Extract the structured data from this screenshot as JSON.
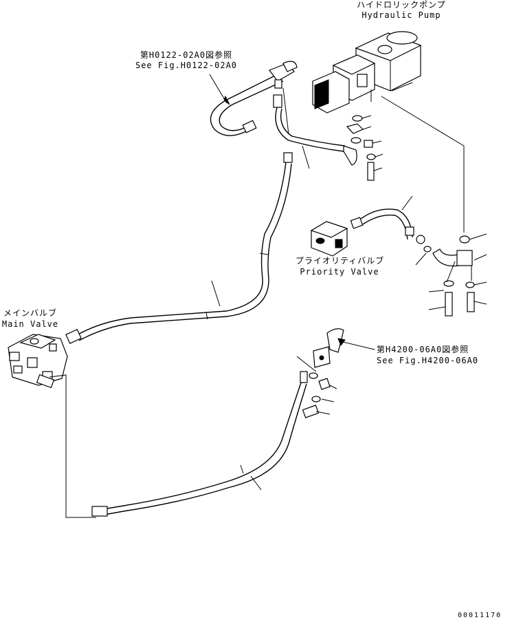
{
  "labels": {
    "pump_jp": "ハイドロリックポンプ",
    "pump_en": "Hydraulic Pump",
    "ref1_jp": "第H0122-02A0図参照",
    "ref1_en": "See Fig.H0122-02A0",
    "priority_jp": "プライオリティバルブ",
    "priority_en": "Priority Valve",
    "main_jp": "メインバルブ",
    "main_en": "Main Valve",
    "ref2_jp": "第H4200-06A0図参照",
    "ref2_en": "See Fig.H4200-06A0",
    "drawing_no": "00011170"
  }
}
